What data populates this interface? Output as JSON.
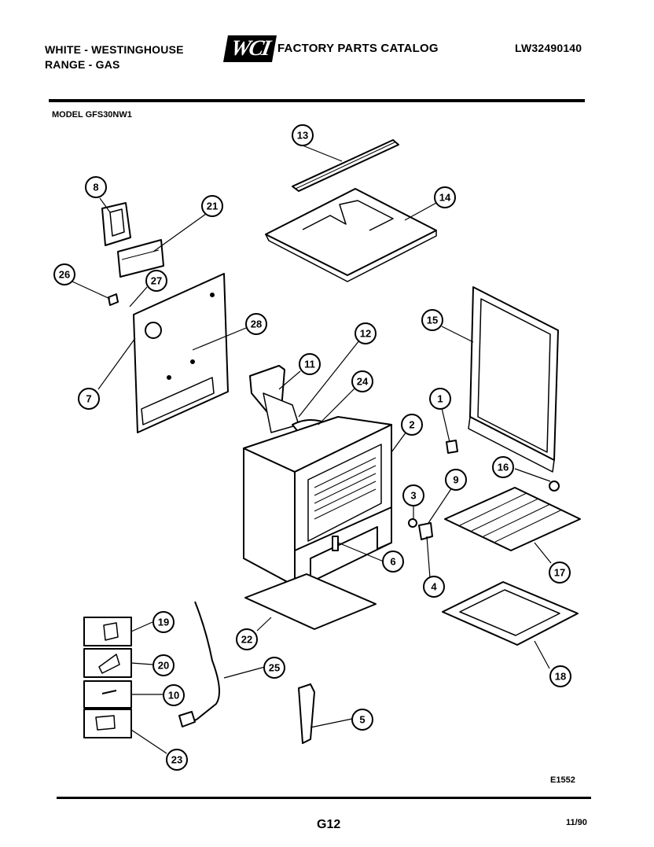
{
  "header": {
    "brand_line1": "WHITE - WESTINGHOUSE",
    "brand_line2": "RANGE - GAS",
    "logo_text": "WCI",
    "catalog_title": "FACTORY PARTS CATALOG",
    "catalog_number": "LW32490140",
    "model_label": "MODEL GFS30NW1"
  },
  "diagram": {
    "callouts": [
      "13",
      "14",
      "8",
      "21",
      "26",
      "27",
      "28",
      "7",
      "12",
      "11",
      "24",
      "15",
      "1",
      "2",
      "16",
      "9",
      "3",
      "6",
      "17",
      "4",
      "19",
      "22",
      "20",
      "25",
      "18",
      "10",
      "5",
      "23"
    ]
  },
  "footer": {
    "drawing_code": "E1552",
    "page_label": "G12",
    "date": "11/90"
  }
}
